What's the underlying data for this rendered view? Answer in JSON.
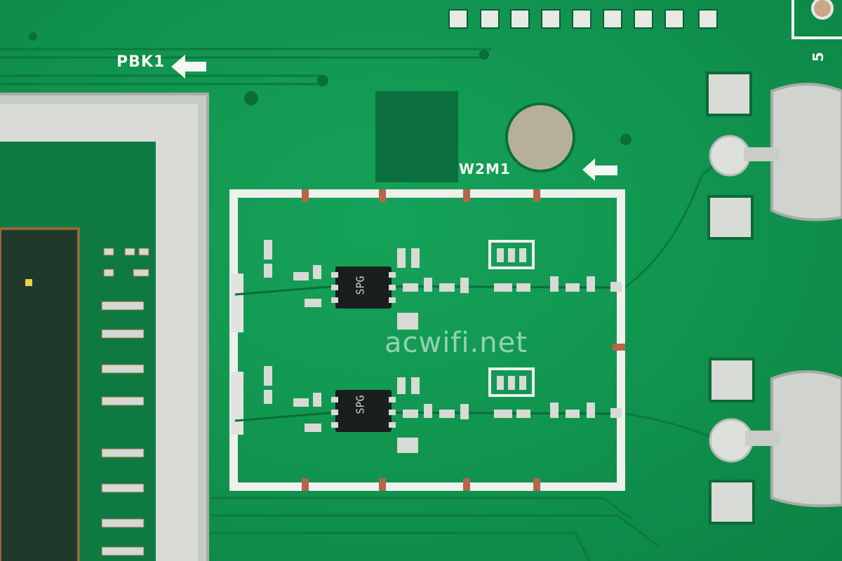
{
  "board": {
    "silkscreen": {
      "pbk1_label": "PBK1",
      "w2m1_label": "W2M1",
      "pin_label": "5"
    },
    "chip_markings": {
      "upper_amp": "SPG",
      "lower_amp": "SPG"
    },
    "watermark": "acwifi.net",
    "colors": {
      "pcb_green": "#119650",
      "silkscreen": "#f4f7f2",
      "shield_metal": "#c9cdc8",
      "solder": "#d6dad6",
      "copper": "#b4654a"
    }
  }
}
